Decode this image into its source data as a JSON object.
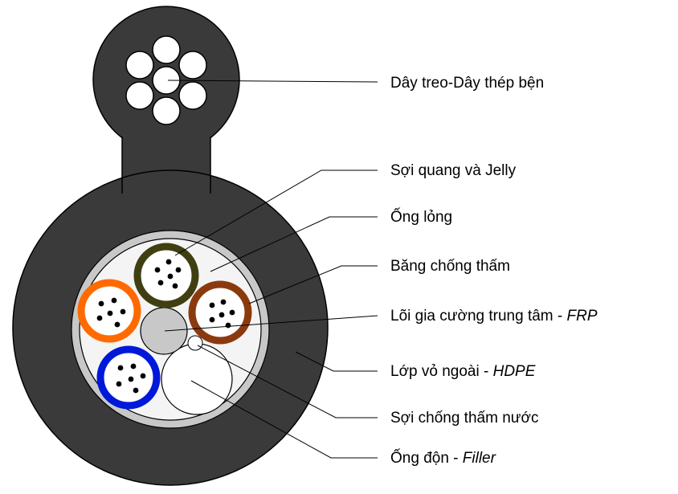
{
  "labels": {
    "messenger": "Dây treo-Dây thép bện",
    "fiber_jelly": "Sợi quang và Jelly",
    "loose_tube": "Ống lỏng",
    "water_tape": "Băng chống thấm",
    "frp_prefix": "Lõi gia cường trung tâm - ",
    "frp_suffix": "FRP",
    "sheath_prefix": "Lớp vỏ ngoài - ",
    "sheath_suffix": "HDPE",
    "water_yarn": "Sợi chống thấm nước",
    "filler_prefix": "Ống độn - ",
    "filler_suffix": "Filler"
  },
  "colors": {
    "sheath": "#3a3a3a",
    "tape_ring": "#c8c8c8",
    "core_fill": "#f4f4f4",
    "tube_olive": "#3f3f12",
    "tube_orange": "#ff6a00",
    "tube_brown": "#8b3a0e",
    "tube_blue": "#0018d8",
    "frp": "#c8c8c8",
    "wire": "#ffffff",
    "fiber": "#000000"
  }
}
